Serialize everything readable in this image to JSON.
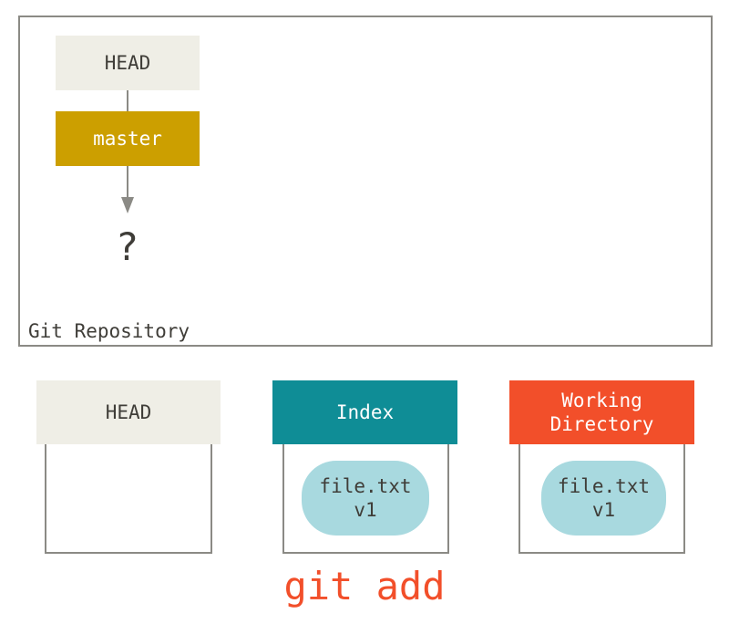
{
  "repository": {
    "label": "Git Repository",
    "head_ref": "HEAD",
    "branch_ref": "master",
    "commit_placeholder": "?"
  },
  "trees": {
    "head": {
      "title": "HEAD"
    },
    "index": {
      "title": "Index",
      "file": {
        "name": "file.txt",
        "version": "v1"
      }
    },
    "working_directory": {
      "title": "Working\nDirectory",
      "file": {
        "name": "file.txt",
        "version": "v1"
      }
    }
  },
  "command": "git add",
  "colors": {
    "head_bg": "#efeee6",
    "branch_bg": "#cc9f00",
    "index_bg": "#0f8d96",
    "working_directory_bg": "#f24f2a",
    "blob_bg": "#a8d9df",
    "command_text": "#f24f2a"
  }
}
